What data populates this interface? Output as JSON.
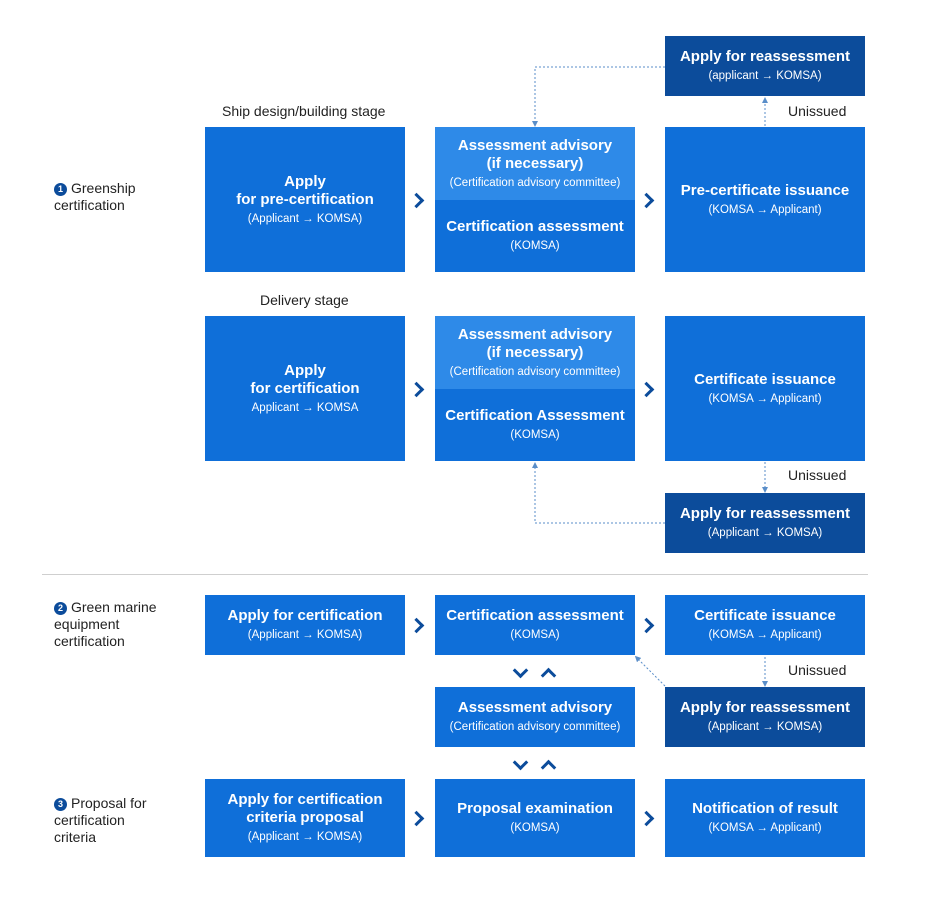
{
  "sections": {
    "s1": {
      "num": "1",
      "label": "Greenship certification"
    },
    "s2": {
      "num": "2",
      "label": "Green marine equipment certification"
    },
    "s3": {
      "num": "3",
      "label": "Proposal for certification criteria"
    }
  },
  "stage_labels": {
    "design": "Ship design/building stage",
    "delivery": "Delivery stage"
  },
  "unissued": "Unissued",
  "design_row": {
    "reassess": {
      "title": "Apply  for reassessment",
      "sub": "(applicant → KOMSA)"
    },
    "apply": {
      "title1": "Apply",
      "title2": "for pre-certification",
      "sub": "(Applicant → KOMSA)"
    },
    "advisory": {
      "title1": "Assessment advisory",
      "title2": "(if necessary)",
      "sub": "(Certification advisory committee)"
    },
    "assessment": {
      "title": "Certification assessment",
      "sub": "(KOMSA)"
    },
    "issuance": {
      "title": "Pre-certificate issuance",
      "sub": "(KOMSA → Applicant)"
    }
  },
  "delivery_row": {
    "apply": {
      "title1": "Apply",
      "title2": "for certification",
      "sub": "Applicant → KOMSA"
    },
    "advisory": {
      "title1": "Assessment advisory",
      "title2": "(if necessary)",
      "sub": "(Certification advisory committee)"
    },
    "assessment": {
      "title": "Certification Assessment",
      "sub": "(KOMSA)"
    },
    "issuance": {
      "title": "Certificate issuance",
      "sub": "(KOMSA → Applicant)"
    },
    "reassess": {
      "title": "Apply for reassessment",
      "sub": "(Applicant → KOMSA)"
    }
  },
  "equipment_row": {
    "apply": {
      "title": "Apply for certification",
      "sub": "(Applicant → KOMSA)"
    },
    "assessment": {
      "title": "Certification assessment",
      "sub": "(KOMSA)"
    },
    "issuance": {
      "title": "Certificate issuance",
      "sub": "(KOMSA → Applicant)"
    },
    "advisory": {
      "title": "Assessment advisory",
      "sub": "(Certification advisory committee)"
    },
    "reassess": {
      "title": "Apply for reassessment",
      "sub": "(Applicant → KOMSA)"
    }
  },
  "proposal_row": {
    "apply": {
      "title1": "Apply for certification",
      "title2": "criteria proposal",
      "sub": "(Applicant → KOMSA)"
    },
    "exam": {
      "title": "Proposal examination",
      "sub": "(KOMSA)"
    },
    "result": {
      "title": "Notification of result",
      "sub": "(KOMSA → Applicant)"
    }
  },
  "colors": {
    "box": "#0f6fd9",
    "box_dark": "#0c4c9b",
    "advisory": "#2e8ae8",
    "connector": "#5a8ec9"
  }
}
